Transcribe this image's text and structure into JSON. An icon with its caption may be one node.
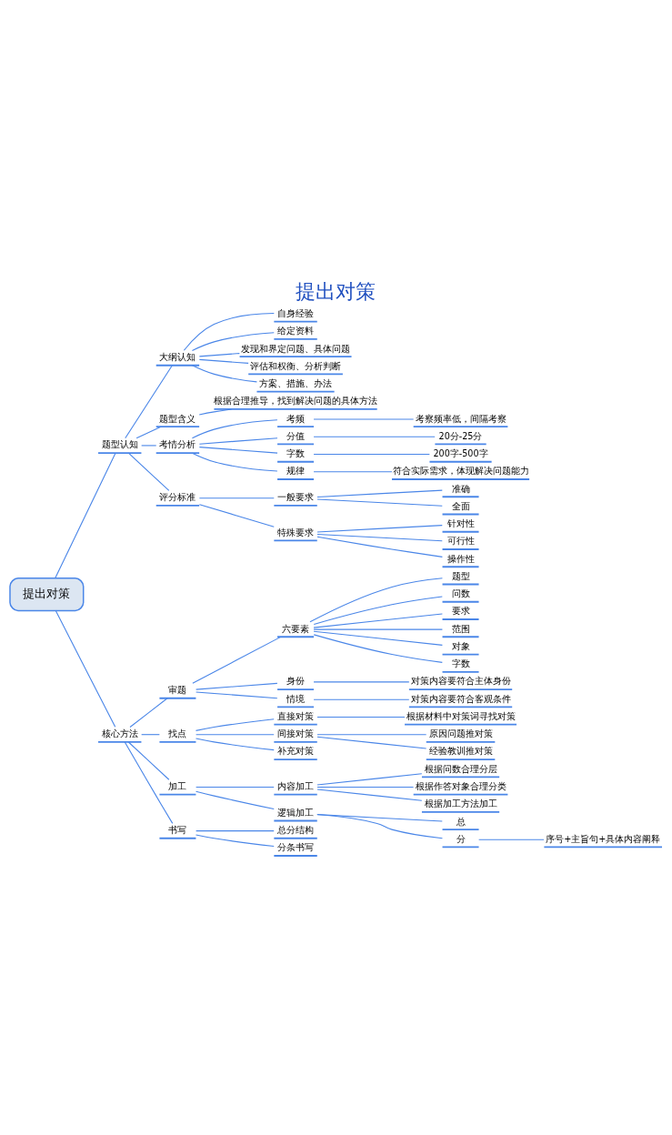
{
  "diagram": {
    "title": "提出对策",
    "nodes": [
      {
        "text": [
          "提出对策"
        ]
      },
      {
        "text": [
          "题型认知"
        ]
      },
      {
        "text": [
          "大纲认知"
        ]
      },
      {
        "text": [
          "自身经验"
        ]
      },
      {
        "text": [
          "给定资料"
        ]
      },
      {
        "text": [
          "发现和界定问题、具体问题"
        ]
      },
      {
        "text": [
          "评估和权衡、分析判断"
        ]
      },
      {
        "text": [
          "方案、措施、办法"
        ]
      },
      {
        "text": [
          "题型含义"
        ]
      },
      {
        "text": [
          "根据合理推导，找到解决问题的具体方法"
        ]
      },
      {
        "text": [
          "考情分析"
        ]
      },
      {
        "text": [
          "考频"
        ]
      },
      {
        "text": [
          "考察频率低，间隔考察"
        ]
      },
      {
        "text": [
          "分值"
        ]
      },
      {
        "text": [
          "20分-25分"
        ]
      },
      {
        "text": [
          "字数"
        ]
      },
      {
        "text": [
          "200字-500字"
        ]
      },
      {
        "text": [
          "规律"
        ]
      },
      {
        "text": [
          "符合实际需求，体现解决问题能力"
        ]
      },
      {
        "text": [
          "评分标准"
        ]
      },
      {
        "text": [
          "一般要求"
        ]
      },
      {
        "text": [
          "准确"
        ]
      },
      {
        "text": [
          "全面"
        ]
      },
      {
        "text": [
          "特殊要求"
        ]
      },
      {
        "text": [
          "针对性"
        ]
      },
      {
        "text": [
          "可行性"
        ]
      },
      {
        "text": [
          "操作性"
        ]
      },
      {
        "text": [
          "核心方法"
        ]
      },
      {
        "text": [
          "审题"
        ]
      },
      {
        "text": [
          "六要素"
        ]
      },
      {
        "text": [
          "题型"
        ]
      },
      {
        "text": [
          "问数"
        ]
      },
      {
        "text": [
          "要求"
        ]
      },
      {
        "text": [
          "范围"
        ]
      },
      {
        "text": [
          "对象"
        ]
      },
      {
        "text": [
          "字数"
        ]
      },
      {
        "text": [
          "身份"
        ]
      },
      {
        "text": [
          "对策内容要符合主体身份"
        ]
      },
      {
        "text": [
          "情境"
        ]
      },
      {
        "text": [
          "对策内容要符合客观条件"
        ]
      },
      {
        "text": [
          "找点"
        ]
      },
      {
        "text": [
          "直接对策"
        ]
      },
      {
        "text": [
          "根据材料中对策词寻找对策"
        ]
      },
      {
        "text": [
          "间接对策"
        ]
      },
      {
        "text": [
          "原因问题推对策"
        ]
      },
      {
        "text": [
          "经验教训推对策"
        ]
      },
      {
        "text": [
          "补充对策"
        ]
      },
      {
        "text": [
          "加工"
        ]
      },
      {
        "text": [
          "内容加工"
        ]
      },
      {
        "text": [
          "根据问数合理分层"
        ]
      },
      {
        "text": [
          "根据作答对象合理分类"
        ]
      },
      {
        "text": [
          "根据加工方法加工"
        ]
      },
      {
        "text": [
          "逻辑加工"
        ]
      },
      {
        "text": [
          "总"
        ]
      },
      {
        "text": [
          "分"
        ]
      },
      {
        "text": [
          "序号+主旨句+具体内容阐释"
        ]
      },
      {
        "text": [
          "书写"
        ]
      },
      {
        "text": [
          "总分结构"
        ]
      },
      {
        "text": [
          "分条书写"
        ]
      }
    ],
    "edges": [
      {
        "from": 0,
        "to": 1,
        "arrow": "none"
      },
      {
        "from": 1,
        "to": 2,
        "arrow": "none"
      },
      {
        "from": 2,
        "to": 3,
        "arrow": "none"
      },
      {
        "from": 2,
        "to": 4,
        "arrow": "none"
      },
      {
        "from": 2,
        "to": 5,
        "arrow": "none"
      },
      {
        "from": 2,
        "to": 6,
        "arrow": "none"
      },
      {
        "from": 2,
        "to": 7,
        "arrow": "none"
      },
      {
        "from": 1,
        "to": 8,
        "arrow": "none"
      },
      {
        "from": 8,
        "to": 9,
        "arrow": "none"
      },
      {
        "from": 1,
        "to": 10,
        "arrow": "none"
      },
      {
        "from": 10,
        "to": 11,
        "arrow": "none"
      },
      {
        "from": 11,
        "to": 12,
        "arrow": "none"
      },
      {
        "from": 10,
        "to": 13,
        "arrow": "none"
      },
      {
        "from": 13,
        "to": 14,
        "arrow": "none"
      },
      {
        "from": 10,
        "to": 15,
        "arrow": "none"
      },
      {
        "from": 15,
        "to": 16,
        "arrow": "none"
      },
      {
        "from": 10,
        "to": 17,
        "arrow": "none"
      },
      {
        "from": 17,
        "to": 18,
        "arrow": "none"
      },
      {
        "from": 1,
        "to": 19,
        "arrow": "none"
      },
      {
        "from": 19,
        "to": 20,
        "arrow": "none"
      },
      {
        "from": 20,
        "to": 21,
        "arrow": "none"
      },
      {
        "from": 20,
        "to": 22,
        "arrow": "none"
      },
      {
        "from": 19,
        "to": 23,
        "arrow": "none"
      },
      {
        "from": 23,
        "to": 24,
        "arrow": "none"
      },
      {
        "from": 23,
        "to": 25,
        "arrow": "none"
      },
      {
        "from": 23,
        "to": 26,
        "arrow": "none"
      },
      {
        "from": 0,
        "to": 27,
        "arrow": "none"
      },
      {
        "from": 27,
        "to": 28,
        "arrow": "none"
      },
      {
        "from": 28,
        "to": 29,
        "arrow": "none"
      },
      {
        "from": 29,
        "to": 30,
        "arrow": "none"
      },
      {
        "from": 29,
        "to": 31,
        "arrow": "none"
      },
      {
        "from": 29,
        "to": 32,
        "arrow": "none"
      },
      {
        "from": 29,
        "to": 33,
        "arrow": "none"
      },
      {
        "from": 29,
        "to": 34,
        "arrow": "none"
      },
      {
        "from": 29,
        "to": 35,
        "arrow": "none"
      },
      {
        "from": 28,
        "to": 36,
        "arrow": "none"
      },
      {
        "from": 36,
        "to": 37,
        "arrow": "none"
      },
      {
        "from": 28,
        "to": 38,
        "arrow": "none"
      },
      {
        "from": 38,
        "to": 39,
        "arrow": "none"
      },
      {
        "from": 27,
        "to": 40,
        "arrow": "none"
      },
      {
        "from": 40,
        "to": 41,
        "arrow": "none"
      },
      {
        "from": 41,
        "to": 42,
        "arrow": "none"
      },
      {
        "from": 40,
        "to": 43,
        "arrow": "none"
      },
      {
        "from": 43,
        "to": 44,
        "arrow": "none"
      },
      {
        "from": 43,
        "to": 45,
        "arrow": "none"
      },
      {
        "from": 40,
        "to": 46,
        "arrow": "none"
      },
      {
        "from": 27,
        "to": 47,
        "arrow": "none"
      },
      {
        "from": 47,
        "to": 48,
        "arrow": "none"
      },
      {
        "from": 48,
        "to": 49,
        "arrow": "none"
      },
      {
        "from": 48,
        "to": 50,
        "arrow": "none"
      },
      {
        "from": 48,
        "to": 51,
        "arrow": "none"
      },
      {
        "from": 47,
        "to": 52,
        "arrow": "none"
      },
      {
        "from": 52,
        "to": 53,
        "arrow": "none"
      },
      {
        "from": 52,
        "to": 54,
        "arrow": "none"
      },
      {
        "from": 54,
        "to": 55,
        "arrow": "none"
      },
      {
        "from": 27,
        "to": 56,
        "arrow": "none"
      },
      {
        "from": 56,
        "to": 57,
        "arrow": "none"
      },
      {
        "from": 56,
        "to": 58,
        "arrow": "none"
      }
    ]
  }
}
